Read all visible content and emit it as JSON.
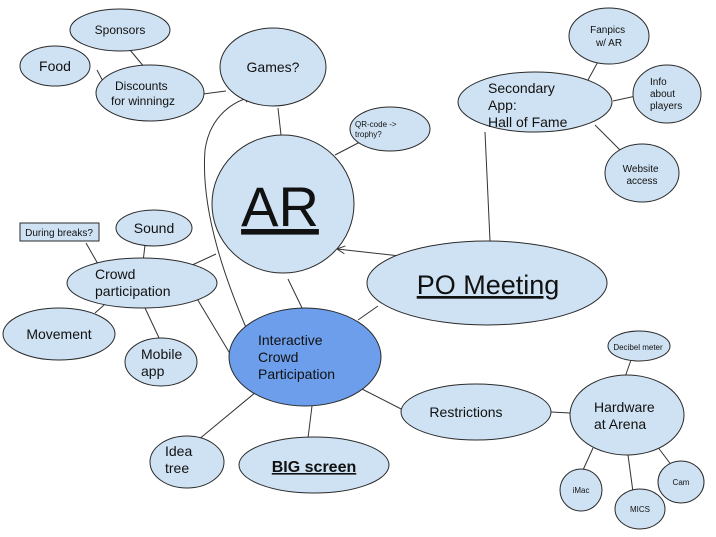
{
  "nodes": {
    "sponsors": "Sponsors",
    "food": "Food",
    "discounts": [
      "Discounts",
      "for winningz"
    ],
    "games": "Games?",
    "fanpics": [
      "Fanpics",
      "w/ AR"
    ],
    "secondary_app": [
      "Secondary",
      "App:",
      "Hall of Fame"
    ],
    "info_players": [
      "Info",
      "about",
      "players"
    ],
    "qr_code": [
      "QR-code ->",
      "trophy?"
    ],
    "website": [
      "Website",
      "access"
    ],
    "ar": "AR",
    "during_breaks": "During breaks?",
    "sound": "Sound",
    "crowd_participation": [
      "Crowd",
      "participation"
    ],
    "po_meeting": "PO Meeting",
    "movement": "Movement",
    "mobile_app": [
      "Mobile",
      "app"
    ],
    "interactive": [
      "Interactive",
      "Crowd",
      "Participation"
    ],
    "decibel": "Decibel meter",
    "restrictions": "Restrictions",
    "hardware": [
      "Hardware",
      "at Arena"
    ],
    "idea_tree": [
      "Idea",
      "tree"
    ],
    "big_screen": "BIG screen",
    "imac": "iMac",
    "cam": "Cam",
    "mics": "MICS"
  },
  "colors": {
    "bubble": "#cfe2f3",
    "highlight": "#6d9eeb",
    "stroke": "#2a2a2a"
  }
}
